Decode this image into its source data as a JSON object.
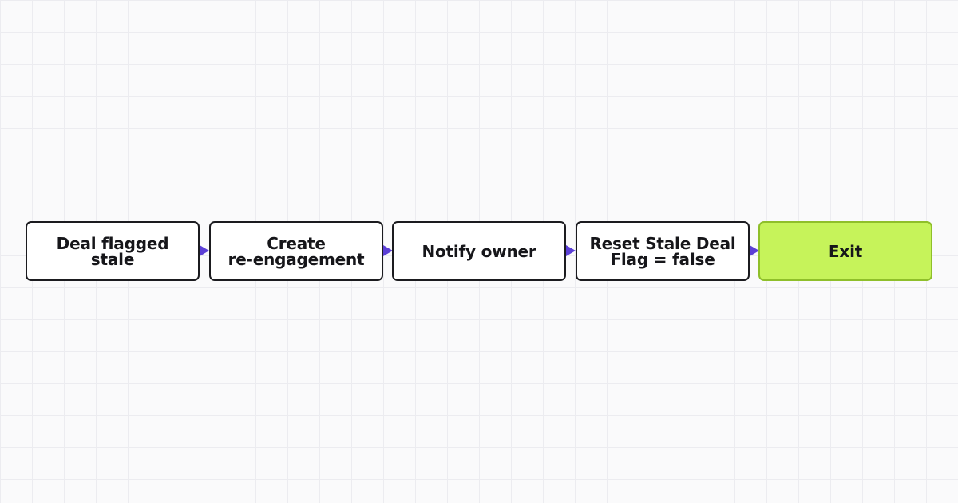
{
  "flow": {
    "nodes": [
      {
        "id": "n1",
        "label": "Deal flagged\nstale"
      },
      {
        "id": "n2",
        "label": "Create\nre-engagement"
      },
      {
        "id": "n3",
        "label": "Notify owner"
      },
      {
        "id": "n4",
        "label": "Reset Stale Deal\nFlag = false"
      },
      {
        "id": "n5",
        "label": "Exit"
      }
    ],
    "edges": [
      {
        "from": "n1",
        "to": "n2"
      },
      {
        "from": "n2",
        "to": "n3"
      },
      {
        "from": "n3",
        "to": "n4"
      },
      {
        "from": "n4",
        "to": "n5"
      }
    ],
    "colors": {
      "node_fill": "#ffffff",
      "node_border": "#1b1b1f",
      "exit_fill": "#c6f35a",
      "exit_border": "#8fbf2a",
      "arrow": "#5b3fd6",
      "background": "#fafafb",
      "grid": "#ececf0"
    }
  }
}
